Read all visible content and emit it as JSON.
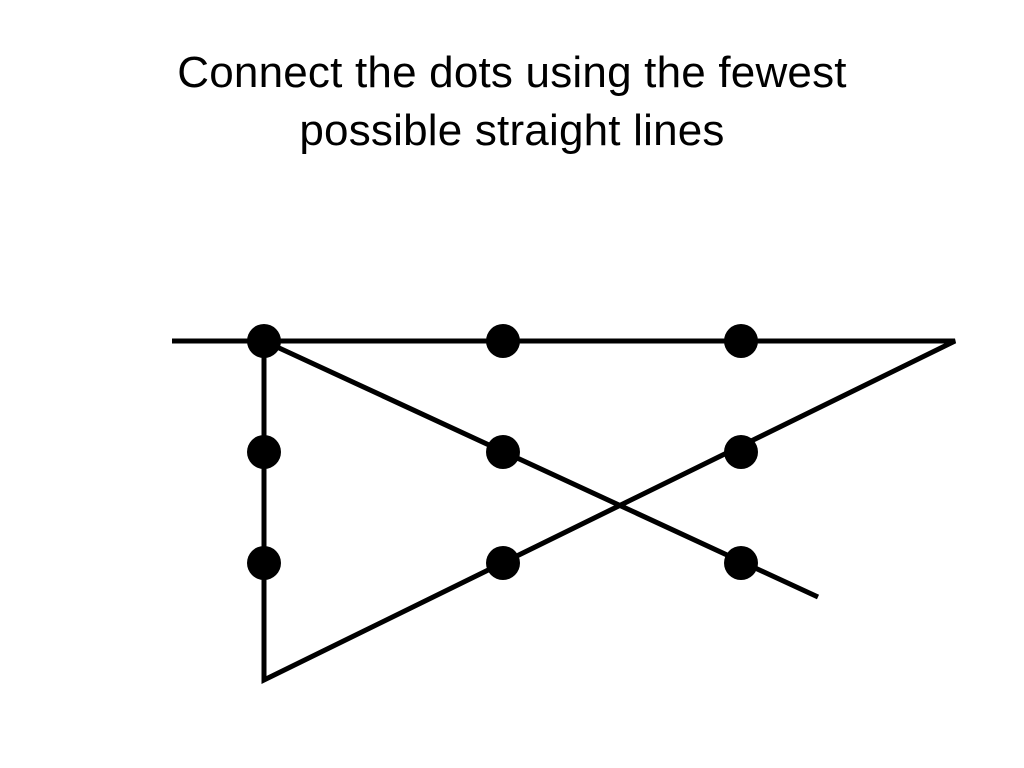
{
  "slide": {
    "title_line_1": "Connect the dots using the fewest",
    "title_line_2": "possible straight lines"
  },
  "puzzle": {
    "dot_color": "#000000",
    "line_color": "#000000",
    "grid": {
      "rows": 3,
      "cols": 3
    },
    "path_nodes": [
      "extension-left-of-top-row",
      "extension-right-of-top-row",
      "extension-below-left-column",
      "top-left-dot",
      "extension-beyond-bottom-right"
    ]
  }
}
